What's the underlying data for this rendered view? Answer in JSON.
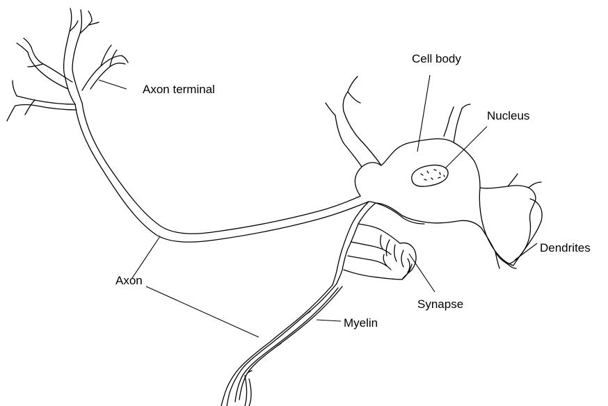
{
  "labels": {
    "axon_terminal": "Axon terminal",
    "cell_body": "Cell body",
    "nucleus": "Nucleus",
    "dendrites": "Dendrites",
    "axon": "Axon",
    "synapse": "Synapse",
    "myelin": "Myelin"
  }
}
